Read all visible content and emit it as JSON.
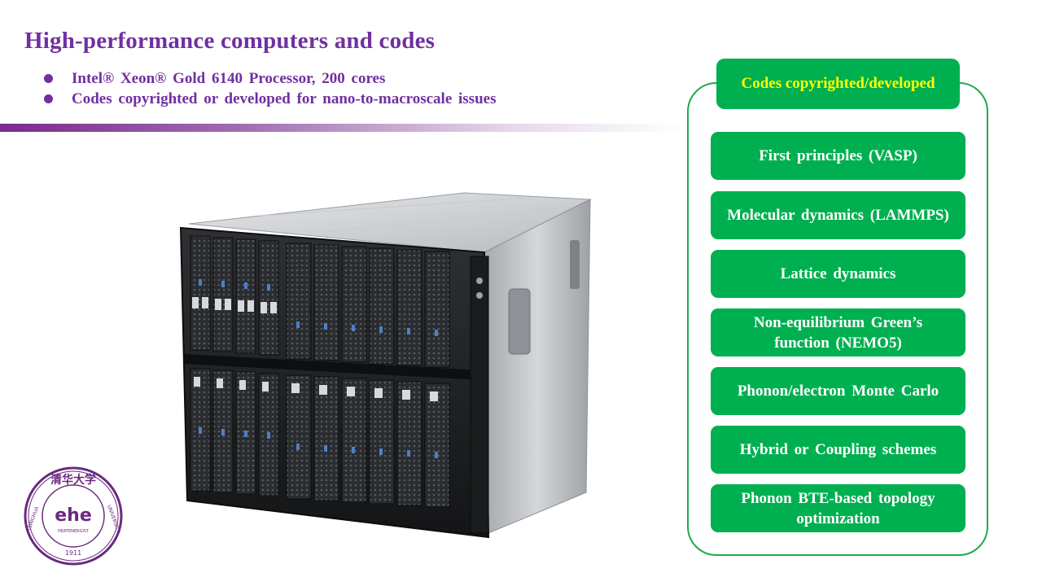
{
  "slide": {
    "title": "High-performance computers and codes",
    "bullets": [
      "Intel® Xeon® Gold 6140 Processor, 200 cores",
      "Codes copyrighted  or developed for nano-to-macroscale issues"
    ]
  },
  "panel": {
    "header": "Codes copyrighted/developed",
    "items": [
      "First principles  (VASP)",
      "Molecular  dynamics (LAMMPS)",
      "Lattice dynamics",
      "Non-equilibrium  Green’s function  (NEMO5)",
      "Phonon/electron Monte Carlo",
      "Hybrid  or Coupling  schemes",
      "Phonon BTE-based topology optimization"
    ]
  },
  "logo": {
    "chinese_text": "清华大学",
    "ring_text_left": "TSINGHUA",
    "ring_text_right": "UNIVERSITY",
    "center_mark": "ehe",
    "center_label": "HEATENERGIST",
    "year": "1911"
  },
  "colors": {
    "title_purple": "#7030a0",
    "panel_green": "#00b050",
    "header_text_yellow": "#ffff00",
    "logo_purple": "#6a2a7e"
  },
  "images": {
    "server": "blade-server-chassis-photo"
  }
}
